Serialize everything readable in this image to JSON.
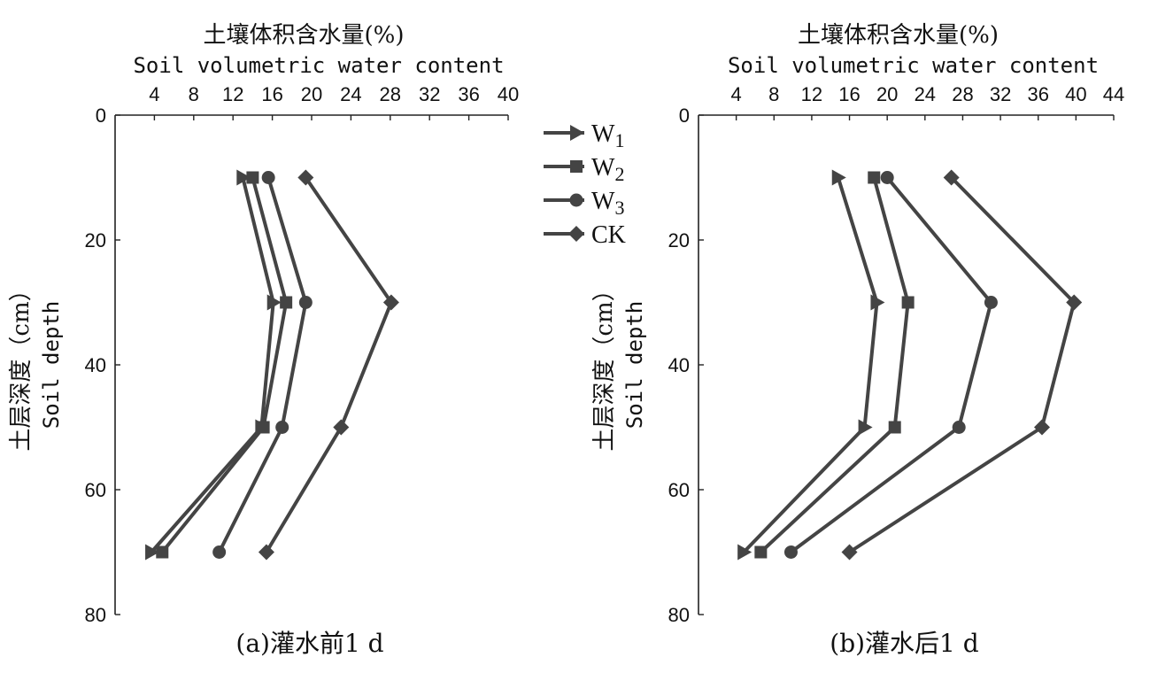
{
  "chart_data": [
    {
      "type": "line",
      "title": "(a)灌水前1 d",
      "x_axis_label_cn": "土壤体积含水量(%)",
      "x_axis_label_en": "Soil volumetric water content",
      "y_axis_label_cn": "土层深度（cm）",
      "y_axis_label_en": "Soil depth",
      "xlim": [
        0,
        40
      ],
      "xticks": [
        4,
        8,
        12,
        16,
        20,
        24,
        28,
        32,
        36,
        40
      ],
      "xtick_labels": [
        "4",
        "8",
        "12",
        "16",
        "20",
        "24",
        "28",
        "32",
        "36",
        "40"
      ],
      "ylim": [
        0,
        80
      ],
      "yticks": [
        0,
        20,
        40,
        60,
        80
      ],
      "ytick_labels": [
        "0",
        "20",
        "40",
        "60",
        "80"
      ],
      "x_axis_position": "top",
      "y_inverted": true,
      "depths": [
        10,
        30,
        50,
        70
      ],
      "series": [
        {
          "marker": "triangle-right",
          "values": [
            13.0,
            16.1,
            14.9,
            3.7
          ]
        },
        {
          "marker": "square",
          "values": [
            14.0,
            17.4,
            15.1,
            4.8
          ]
        },
        {
          "marker": "circle",
          "values": [
            15.6,
            19.4,
            17.0,
            10.6
          ]
        },
        {
          "marker": "diamond",
          "values": [
            19.4,
            28.1,
            23.0,
            15.4
          ]
        }
      ]
    },
    {
      "type": "line",
      "title": "(b)灌水后1 d",
      "x_axis_label_cn": "土壤体积含水量(%)",
      "x_axis_label_en": "Soil volumetric water content",
      "y_axis_label_cn": "土层深度（cm）",
      "y_axis_label_en": "Soil depth",
      "xlim": [
        0,
        44
      ],
      "xticks": [
        4,
        8,
        12,
        16,
        20,
        24,
        28,
        32,
        36,
        40,
        44
      ],
      "xtick_labels": [
        "4",
        "8",
        "12",
        "16",
        "20",
        "24",
        "28",
        "32",
        "36",
        "40",
        "44"
      ],
      "ylim": [
        0,
        80
      ],
      "yticks": [
        0,
        20,
        40,
        60,
        80
      ],
      "ytick_labels": [
        "0",
        "20",
        "40",
        "60",
        "80"
      ],
      "x_axis_position": "top",
      "y_inverted": true,
      "depths": [
        10,
        30,
        50,
        70
      ],
      "series": [
        {
          "marker": "triangle-right",
          "values": [
            14.8,
            18.9,
            17.6,
            4.8
          ]
        },
        {
          "marker": "square",
          "values": [
            18.6,
            22.2,
            20.8,
            6.6
          ]
        },
        {
          "marker": "circle",
          "values": [
            20.0,
            31.0,
            27.6,
            9.8
          ]
        },
        {
          "marker": "diamond",
          "values": [
            26.8,
            39.8,
            36.4,
            16.0
          ]
        }
      ]
    }
  ],
  "legend": {
    "placement": "between-panels",
    "items": [
      {
        "label": "W",
        "sub": "1",
        "marker": "triangle-right"
      },
      {
        "label": "W",
        "sub": "2",
        "marker": "square"
      },
      {
        "label": "W",
        "sub": "3",
        "marker": "circle"
      },
      {
        "label": "CK",
        "sub": "",
        "marker": "diamond"
      }
    ]
  },
  "colors": {
    "series": "#444444",
    "axis": "#222222",
    "text": "#111111"
  }
}
